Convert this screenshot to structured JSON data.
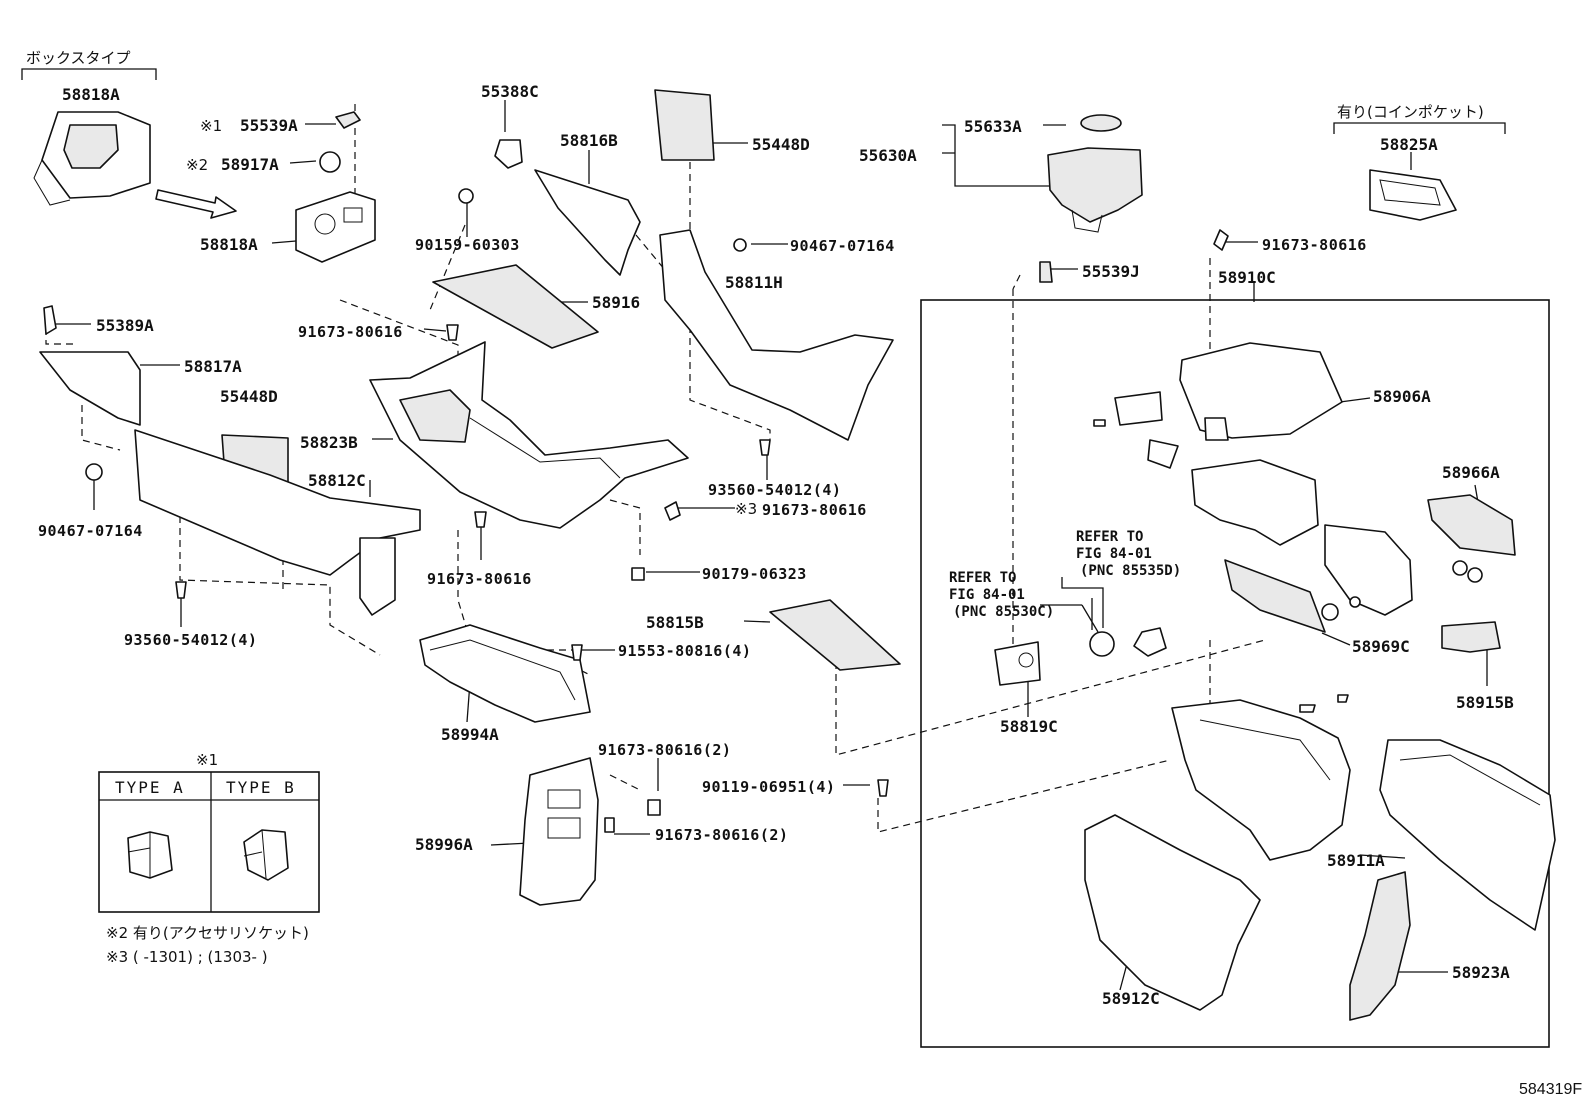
{
  "labels": {
    "p58818a_top": "58818A",
    "p55539a": "55539A",
    "p58917a": "58917A",
    "p58818a": "58818A",
    "p55388c": "55388C",
    "p90159": "90159-60303",
    "p58816b": "58816B",
    "p55448d_top": "55448D",
    "p55633a": "55633A",
    "p55630a": "55630A",
    "p58825a": "58825A",
    "p90467_top": "90467-07164",
    "p58811h": "58811H",
    "p91673_tr": "91673-80616",
    "p55539j": "55539J",
    "p58910c": "58910C",
    "p55389a": "55389A",
    "p58916": "58916",
    "p91673_m1": "91673-80616",
    "p58817a": "58817A",
    "p55448d_mid": "55448D",
    "p58823b": "58823B",
    "p58812c": "58812C",
    "p93560_r": "93560-54012(4)",
    "p91673_m3": "91673-80616",
    "p90467_left": "90467-07164",
    "p91673_m2": "91673-80616",
    "p90179": "90179-06323",
    "p93560_l": "93560-54012(4)",
    "p58815b": "58815B",
    "p91553": "91553-80816(4)",
    "p58994a": "58994A",
    "p91673_2a": "91673-80616(2)",
    "p90119": "90119-06951(4)",
    "p91673_2b": "91673-80616(2)",
    "p58996a": "58996A",
    "p58906a": "58906A",
    "p58966a": "58966A",
    "p58969c": "58969C",
    "p58915b": "58915B",
    "p58819c": "58819C",
    "p58911a": "58911A",
    "p58912c": "58912C",
    "p58923a": "58923A"
  },
  "notes": {
    "box_type": "ボックスタイプ",
    "coin_pocket": "有り(コインポケット)",
    "mark1": "※1",
    "mark2": "※2",
    "mark3": "※3",
    "table_mark": "※1",
    "footnote2": "※2 有り(アクセサリソケット)",
    "footnote3": "※3 (       -1301) ; (1303-        )"
  },
  "refer_a": {
    "line1": "REFER TO",
    "line2": "FIG 84-01",
    "line3": "(PNC 85535D)"
  },
  "refer_b": {
    "line1": "REFER TO",
    "line2": "FIG 84-01",
    "line3": "(PNC 85530C)"
  },
  "type_table": {
    "col_a": "TYPE  A",
    "col_b": "TYPE  B"
  },
  "figure_code": "584319F"
}
